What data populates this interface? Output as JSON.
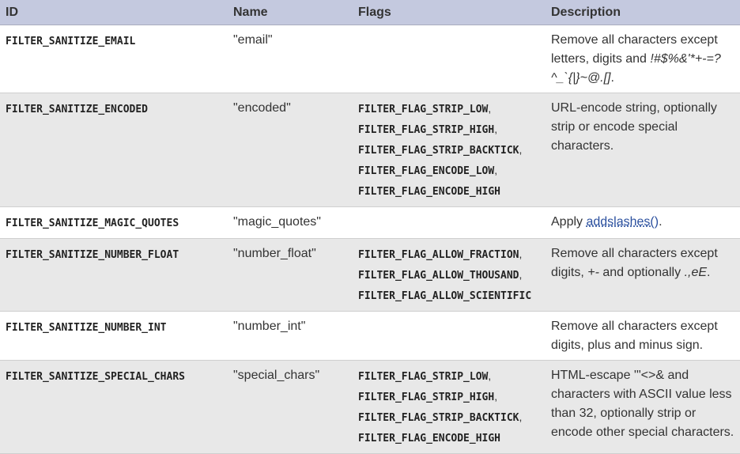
{
  "table": {
    "headers": {
      "id": "ID",
      "name": "Name",
      "flags": "Flags",
      "description": "Description"
    },
    "rows": [
      {
        "id": "FILTER_SANITIZE_EMAIL",
        "name": "\"email\"",
        "flags": [],
        "description_parts": [
          "Remove all characters except letters, digits and "
        ],
        "description_em": "!#$%&'*+-=?^_`{|}~@.[]",
        "description_tail": "."
      },
      {
        "id": "FILTER_SANITIZE_ENCODED",
        "name": "\"encoded\"",
        "flags": [
          "FILTER_FLAG_STRIP_LOW",
          "FILTER_FLAG_STRIP_HIGH",
          "FILTER_FLAG_STRIP_BACKTICK",
          "FILTER_FLAG_ENCODE_LOW",
          "FILTER_FLAG_ENCODE_HIGH"
        ],
        "description": "URL-encode string, optionally strip or encode special characters."
      },
      {
        "id": "FILTER_SANITIZE_MAGIC_QUOTES",
        "name": "\"magic_quotes\"",
        "flags": [],
        "description_prefix": "Apply ",
        "description_link": "addslashes()",
        "description_suffix": "."
      },
      {
        "id": "FILTER_SANITIZE_NUMBER_FLOAT",
        "name": "\"number_float\"",
        "flags": [
          "FILTER_FLAG_ALLOW_FRACTION",
          "FILTER_FLAG_ALLOW_THOUSAND",
          "FILTER_FLAG_ALLOW_SCIENTIFIC"
        ],
        "description_prefix": "Remove all characters except digits, ",
        "description_em1": "+-",
        "description_mid": " and optionally ",
        "description_em2": ".,eE",
        "description_suffix": "."
      },
      {
        "id": "FILTER_SANITIZE_NUMBER_INT",
        "name": "\"number_int\"",
        "flags": [],
        "description": "Remove all characters except digits, plus and minus sign."
      },
      {
        "id": "FILTER_SANITIZE_SPECIAL_CHARS",
        "name": "\"special_chars\"",
        "flags": [
          "FILTER_FLAG_STRIP_LOW",
          "FILTER_FLAG_STRIP_HIGH",
          "FILTER_FLAG_STRIP_BACKTICK",
          "FILTER_FLAG_ENCODE_HIGH"
        ],
        "description": "HTML-escape '\"<>& and characters with ASCII value less than 32, optionally strip or encode other special characters."
      }
    ]
  },
  "colors": {
    "header_bg": "#c4c9df",
    "row_even_bg": "#e8e8e8",
    "link": "#2a4f9e"
  }
}
